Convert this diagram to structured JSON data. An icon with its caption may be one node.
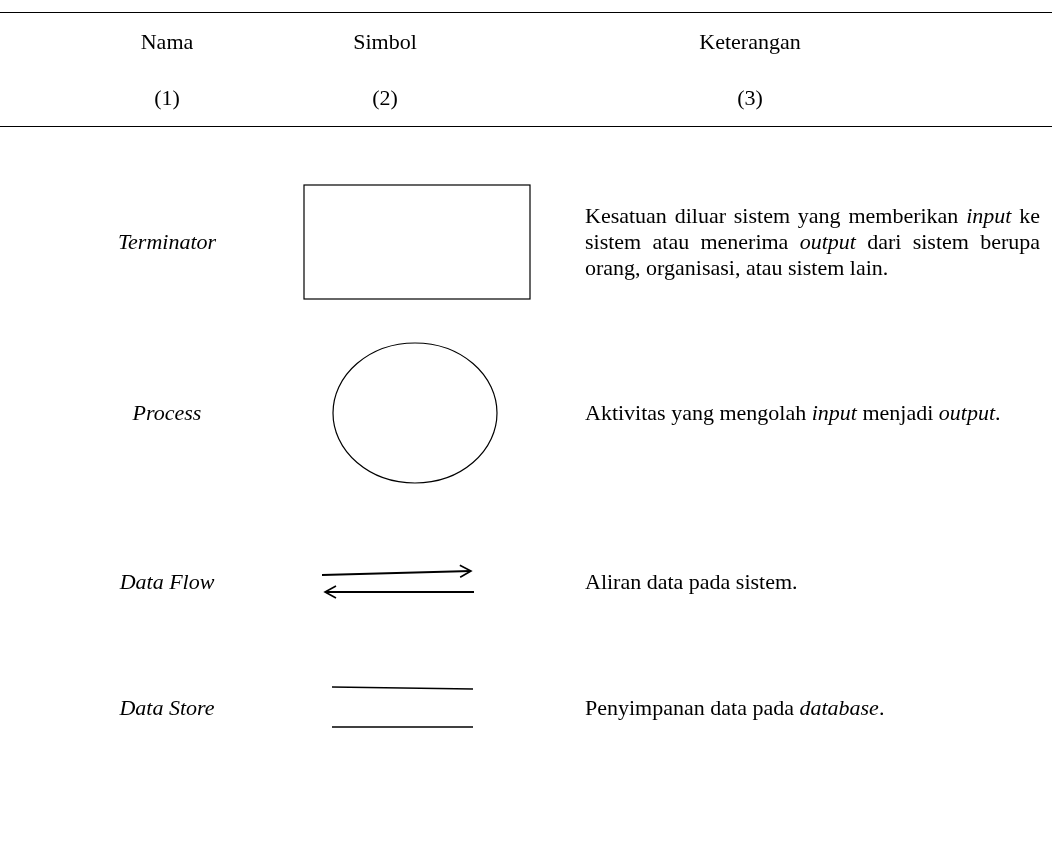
{
  "diagram": {
    "nodes": [
      {
        "text": [],
        "shape": "box"
      },
      {
        "text": [],
        "shape": "circle"
      }
    ],
    "labels": [
      "Nama",
      "Simbol",
      "Keterangan",
      "(1)",
      "(2)",
      "(3)",
      "Terminator",
      "Kesatuan diluar sistem yang memberikan *input* ke sistem atau menerima *output* dari sistem berupa orang, organisasi, atau sistem lain.",
      "Process",
      "Aktivitas yang mengolah *input* menjadi *output*.",
      "Data Flow",
      "Aliran data pada sistem.",
      "Data Store",
      "Penyimpanan data pada *database*."
    ]
  }
}
